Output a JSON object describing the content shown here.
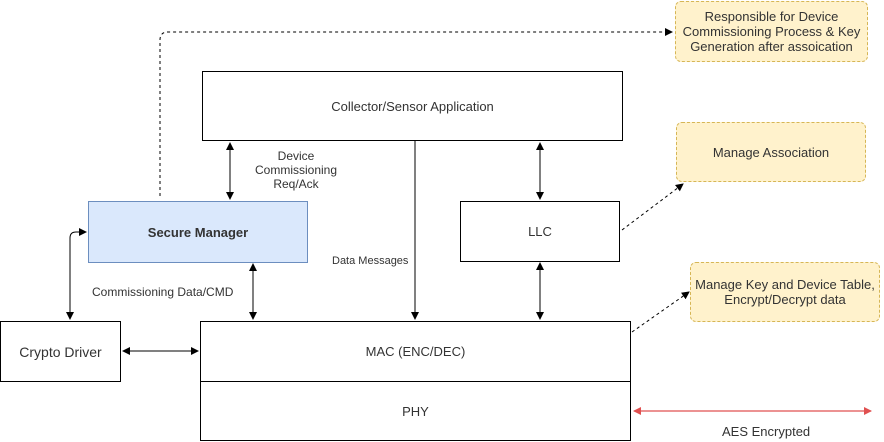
{
  "boxes": {
    "collector": "Collector/Sensor Application",
    "secure_manager": "Secure Manager",
    "llc": "LLC",
    "crypto_driver": "Crypto Driver",
    "mac": "MAC (ENC/DEC)",
    "phy": "PHY"
  },
  "notes": {
    "commissioning": "Responsible for Device Commissioning Process & Key Generation after assoication",
    "association": "Manage Association",
    "key_table": "Manage Key and Device Table, Encrypt/Decrypt data"
  },
  "labels": {
    "device_commissioning": [
      "Device",
      "Commissioning",
      "Req/Ack"
    ],
    "data_messages": "Data Messages",
    "commissioning_data": "Commissioning Data/CMD",
    "aes_encrypted": "AES Encrypted"
  },
  "colors": {
    "note_fill": "#fff2cc",
    "note_border": "#d6b656",
    "secure_fill": "#dae8fc",
    "secure_border": "#6c8ebf",
    "aes_arrow": "#e05050"
  }
}
